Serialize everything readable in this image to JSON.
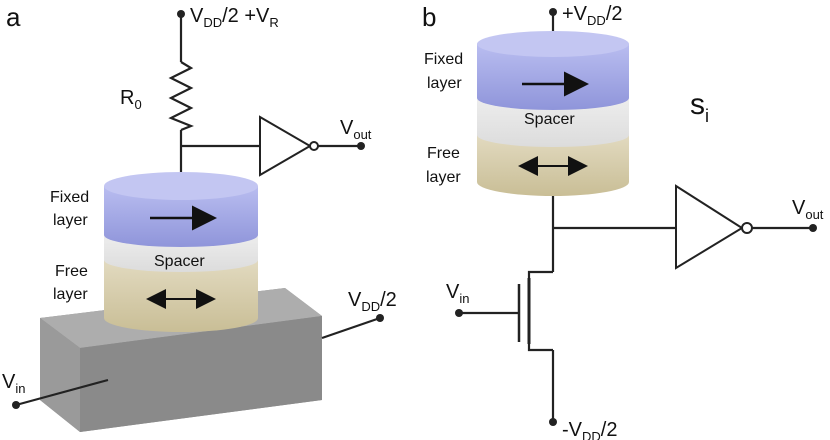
{
  "panel_a": {
    "letter": "a",
    "supply": {
      "main": "V",
      "sub": "DD",
      "tail": "/2 +V",
      "sub2": "R"
    },
    "resistor": {
      "main": "R",
      "sub": "0"
    },
    "vout": {
      "main": "V",
      "sub": "out"
    },
    "fixed_layer": [
      "Fixed",
      "layer"
    ],
    "spacer": "Spacer",
    "free_layer": [
      "Free",
      "layer"
    ],
    "vdd_half": {
      "main": "V",
      "sub": "DD",
      "tail": "/2"
    },
    "vin": {
      "main": "V",
      "sub": "in"
    }
  },
  "panel_b": {
    "letter": "b",
    "supply_pos": {
      "main": "+V",
      "sub": "DD",
      "tail": "/2"
    },
    "supply_neg": {
      "main": "-V",
      "sub": "DD",
      "tail": "/2"
    },
    "fixed_layer": [
      "Fixed",
      "layer"
    ],
    "spacer": "Spacer",
    "free_layer": [
      "Free",
      "layer"
    ],
    "s_label": {
      "main": "s",
      "sub": "i"
    },
    "vout": {
      "main": "V",
      "sub": "out"
    },
    "vin": {
      "main": "V",
      "sub": "in"
    }
  },
  "colors": {
    "fixed": "#a9addf",
    "spacer": "#e6e6e6",
    "free": "#d8cfae",
    "block_top": "#a8a8a8",
    "block_front": "#8e8e8e",
    "block_side": "#7a7a7a"
  }
}
